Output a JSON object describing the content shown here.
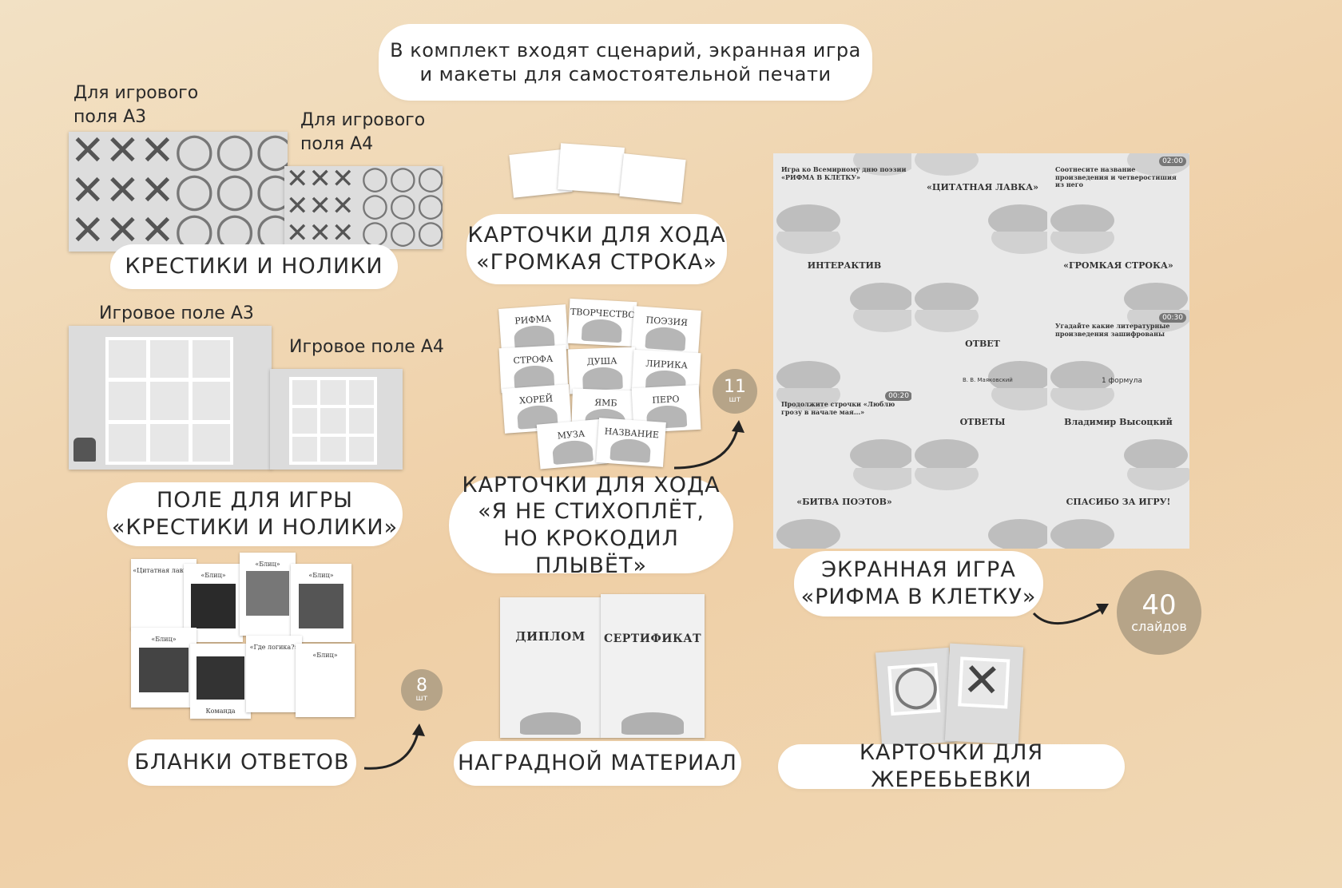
{
  "header": {
    "line1": "В комплект входят сценарий, экранная игра",
    "line2": "и макеты для самостоятельной печати"
  },
  "labels": {
    "field_a3_small": "Для игрового\nполя А3",
    "field_a4_small": "Для игрового\nполя А4",
    "board_a3": "Игровое поле А3",
    "board_a4": "Игровое поле А4"
  },
  "sections": {
    "tictactoe": "КРЕСТИКИ И НОЛИКИ",
    "board_l1": "ПОЛЕ ДЛЯ ИГРЫ",
    "board_l2": "«КРЕСТИКИ И НОЛИКИ»",
    "answers": "БЛАНКИ ОТВЕТОВ",
    "loud_l1": "КАРТОЧКИ ДЛЯ ХОДА",
    "loud_l2": "«ГРОМКАЯ СТРОКА»",
    "croc_l1": "КАРТОЧКИ ДЛЯ ХОДА",
    "croc_l2": "«Я НЕ СТИХОПЛЁТ,",
    "croc_l3": "НО КРОКОДИЛ ПЛЫВЁТ»",
    "award": "НАГРАДНОЙ МАТЕРИАЛ",
    "screen_l1": "ЭКРАННАЯ ИГРА",
    "screen_l2": "«РИФМА В КЛЕТКУ»",
    "draw": "КАРТОЧКИ ДЛЯ ЖЕРЕБЬЕВКИ"
  },
  "badges": {
    "cards_num": "11",
    "cards_unit": "шт",
    "answers_num": "8",
    "answers_unit": "шт",
    "slides_num": "40",
    "slides_unit": "слайдов"
  },
  "word_cards": [
    "РИФМА",
    "ТВОРЧЕСТВО",
    "ПОЭЗИЯ",
    "СТРОФА",
    "ДУША",
    "ЛИРИКА",
    "ХОРЕЙ",
    "ЯМБ",
    "ПЕРО",
    "МУЗА",
    "НАЗВАНИЕ"
  ],
  "award_titles": {
    "diploma": "ДИПЛОМ",
    "certificate": "СЕРТИФИКАТ"
  },
  "answer_forms": {
    "title1": "«Цитатная лавка»",
    "title2": "«Блиц»",
    "title3": "«Где логика?»",
    "team": "Команда"
  },
  "slides": [
    "Игра ко Всемирному дню поэзии «РИФМА В КЛЕТКУ»",
    "«ЦИТАТНАЯ ЛАВКА»",
    "Соотнесите название произведения и четверостишия из него",
    "ИНТЕРАКТИВ",
    "",
    "«ГРОМКАЯ СТРОКА»",
    "",
    "ОТВЕТ",
    "Угадайте какие литературные произведения зашифрованы",
    "Продолжите строчки «Люблю грозу в начале мая...»",
    "ОТВЕТЫ",
    "Владимир Высоцкий",
    "«БИТВА ПОЭТОВ»",
    "",
    "СПАСИБО ЗА ИГРУ!"
  ],
  "slide_extras": {
    "timer1": "02:00",
    "timer2": "00:30",
    "timer3": "00:20",
    "formula": "1 формула",
    "caption": "В. В. Маяковский"
  }
}
